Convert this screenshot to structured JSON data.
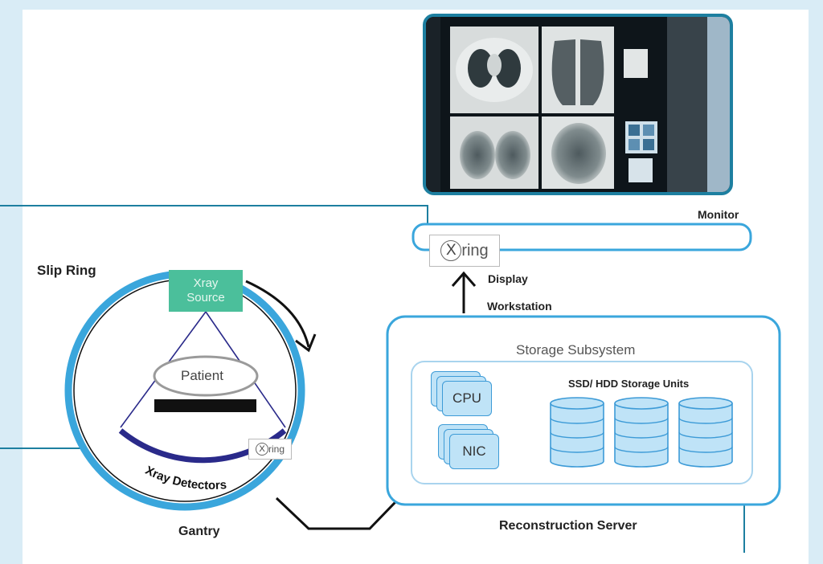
{
  "labels": {
    "monitor": "Monitor",
    "slip_ring": "Slip Ring",
    "display": "Display",
    "workstation": "Workstation",
    "xray_source_line1": "Xray",
    "xray_source_line2": "Source",
    "patient": "Patient",
    "xray_detectors": "Xray Detectors",
    "gantry": "Gantry",
    "storage_subsystem": "Storage Subsystem",
    "storage_units": "SSD/ HDD Storage Units",
    "cpu": "CPU",
    "nic": "NIC",
    "reconstruction_server": "Reconstruction Server"
  },
  "badges": {
    "xring_large": "ring",
    "xring_small": "ring",
    "x_glyph": "X"
  },
  "colors": {
    "background": "#d9ecf6",
    "accent_blue": "#3aa6dc",
    "callout_teal": "#1d7fa0",
    "xray_source_green": "#4bbf9b",
    "detector_navy": "#2a2a8a",
    "chip_fill": "#bfe3f7"
  },
  "icons": [
    "ct-scan-monitor-photo",
    "xring-logo",
    "database-cylinder-icon",
    "arrow-icon"
  ]
}
